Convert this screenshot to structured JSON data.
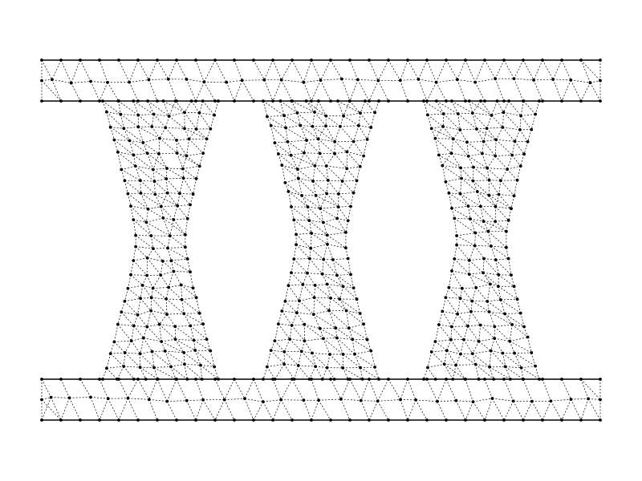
{
  "diagram": {
    "type": "triangulated-mesh",
    "description_shape": "horizontal strip top and bottom joined by three hourglass-shaped columns",
    "colors": {
      "background": "#ffffff",
      "edge": "#000000",
      "node": "#000000"
    },
    "edge_style": "dashed",
    "boundary_style": "solid",
    "node_style": "filled-dot",
    "column_count": 3
  }
}
